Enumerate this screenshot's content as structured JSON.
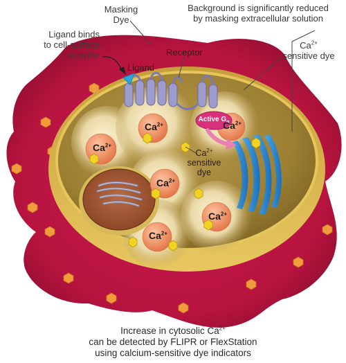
{
  "labels": {
    "masking_dye": [
      "Masking",
      "Dye"
    ],
    "background": [
      "Background is significantly reduced",
      "by masking extracellular solution"
    ],
    "ligand_binds": [
      "Ligand binds",
      "to cell-surface",
      "receptor"
    ],
    "ligand": "Ligand",
    "receptor": "Receptor",
    "ca_sensitive_right": {
      "base": "Ca",
      "sup": "2+",
      "rest": "sensitive dye"
    },
    "ca_sensitive_inner": {
      "base": "Ca",
      "sup": "2+",
      "line2": "sensitive",
      "line3": "dye"
    },
    "active_gq": {
      "text": "Active G",
      "sub": "q"
    },
    "calcium": {
      "base": "Ca",
      "sup": "2+"
    },
    "bottom": {
      "line1": "Increase in cytosolic Ca",
      "line1_sup": "2+",
      "line2": "can be detected by FLIPR or FlexStation",
      "line3": "using calcium-sensitive dye indicators"
    }
  },
  "colors": {
    "extracellular": "#c0164a",
    "cell_body": "#a8893a",
    "membrane": "#d9b24a",
    "calcium_vesicle": "#f08a58",
    "dye_hexagon": "#f2d324",
    "outer_dye_hexagon": "#f09b3c",
    "receptor": "#9d9ccc",
    "ligand": "#2aa7dc",
    "active_gq": "#d8307a",
    "er_stack": "#2f8bd0"
  }
}
